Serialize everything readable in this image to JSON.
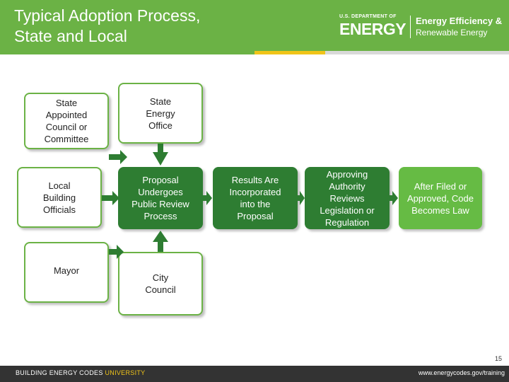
{
  "header": {
    "title_line1": "Typical Adoption Process,",
    "title_line2": "State and Local",
    "logo_dept": "U.S. DEPARTMENT OF",
    "logo_energy": "ENERGY",
    "logo_eere_line1": "Energy Efficiency &",
    "logo_eere_line2": "Renewable Energy"
  },
  "diagram": {
    "left_column": [
      "State Appointed Council or Committee",
      "Local Building Officials",
      "Mayor"
    ],
    "center_column": [
      "State Energy Office",
      "Proposal Undergoes Public Review Process",
      "City Council"
    ],
    "flow": [
      "Results Are Incorporated into the Proposal",
      "Approving Authority Reviews Legislation or Regulation",
      "After Filed or Approved, Code Becomes Law"
    ]
  },
  "footer": {
    "left_brand": "BUILDING ENERGY CODES ",
    "left_brand_highlight": "UNIVERSITY",
    "url": "www.energycodes.gov/training",
    "page_number": "15"
  },
  "colors": {
    "header_green": "#6bb245",
    "dark_green": "#2e7d32",
    "light_green": "#66bb44",
    "accent_yellow": "#f0c419"
  }
}
